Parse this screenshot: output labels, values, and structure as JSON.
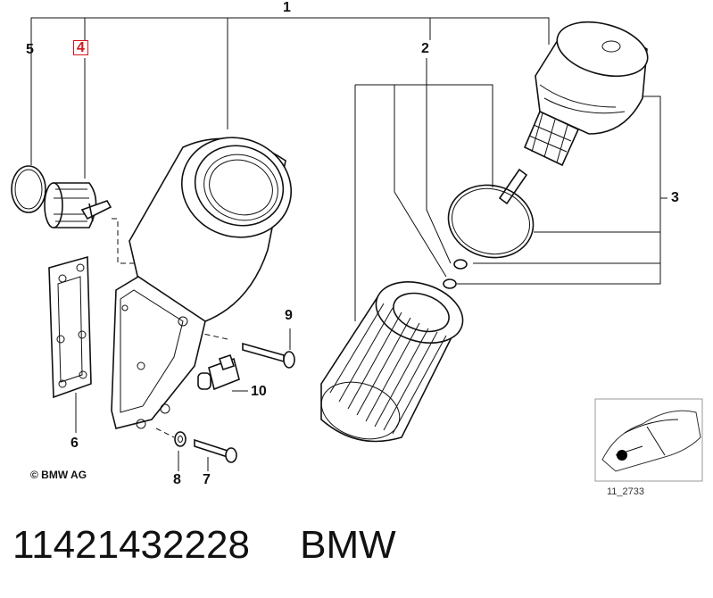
{
  "callouts": {
    "c1": "1",
    "c2": "2",
    "c3": "3",
    "c4": "4",
    "c5": "5",
    "c6": "6",
    "c7": "7",
    "c8": "8",
    "c9": "9",
    "c10": "10"
  },
  "copyright": "© BMW AG",
  "inset": {
    "ref_code": "11_2733"
  },
  "footer": {
    "part_number": "11421432228",
    "brand": "BMW"
  },
  "colors": {
    "highlight": "#d0161b",
    "ink": "#111111"
  }
}
